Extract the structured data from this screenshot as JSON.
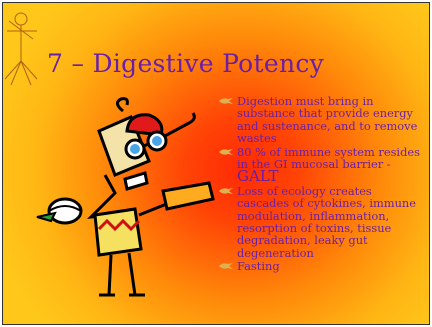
{
  "slide": {
    "title": "7 – Digestive Potency",
    "bullets": [
      {
        "text": "Digestion must bring in substance that provide energy and sustenance, and to remove wastes"
      },
      {
        "pre": "80 % of immune system resides in the GI mucosal barrier - ",
        "emph": "GALT"
      },
      {
        "text": "Loss of ecology creates cascades of cytokines, immune modulation, inflammation, resorption of toxins, tissue degradation, leaky gut degeneration"
      },
      {
        "text": "Fasting"
      }
    ],
    "colors": {
      "title": "#6a1fa8",
      "text": "#6a1fa8",
      "bullet": "#e0b050"
    }
  }
}
